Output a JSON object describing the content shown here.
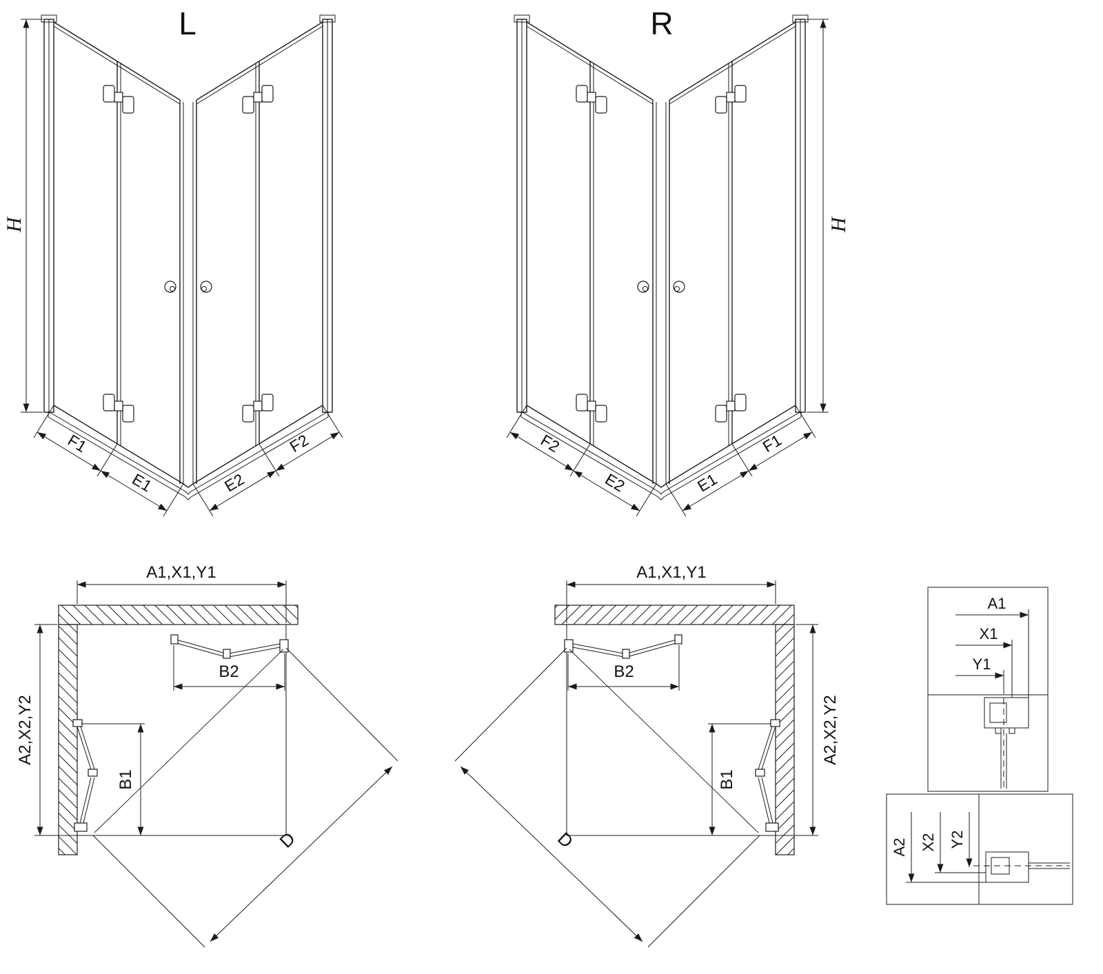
{
  "drawing": {
    "variant_left": {
      "label": "L",
      "height": "H",
      "segments": {
        "f1": "F1",
        "e1": "E1",
        "e2": "E2",
        "f2": "F2"
      }
    },
    "variant_right": {
      "label": "R",
      "height": "H",
      "segments": {
        "f2": "F2",
        "e2": "E2",
        "e1": "E1",
        "f1": "F1"
      }
    },
    "plan_left": {
      "width_top": "A1,X1,Y1",
      "depth_side": "A2,X2,Y2",
      "door_b2": "B2",
      "door_b1": "B1",
      "diagonal": "D"
    },
    "plan_right": {
      "width_top": "A1,X1,Y1",
      "depth_side": "A2,X2,Y2",
      "door_b2": "B2",
      "door_b1": "B1",
      "diagonal": "D"
    },
    "detail_horizontal": {
      "a1": "A1",
      "x1": "X1",
      "y1": "Y1"
    },
    "detail_vertical": {
      "a2": "A2",
      "x2": "X2",
      "y2": "Y2"
    }
  }
}
